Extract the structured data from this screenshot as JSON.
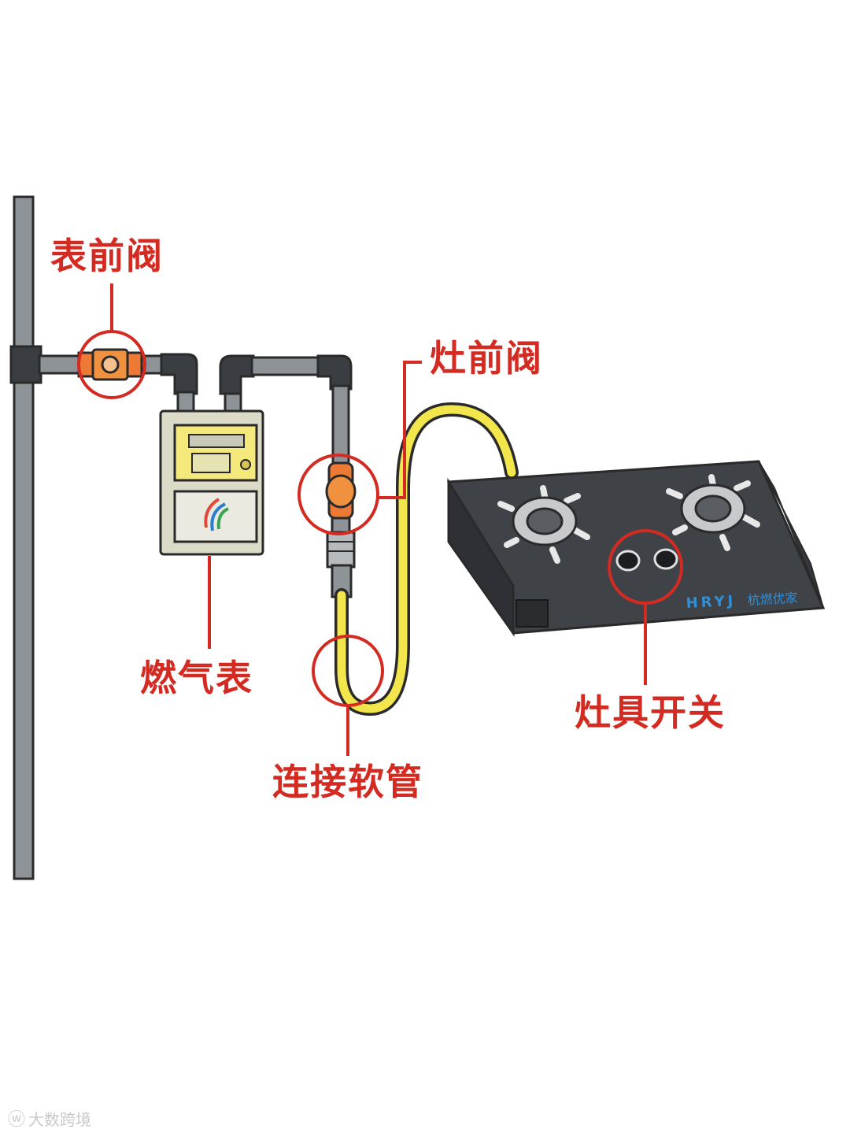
{
  "labels": {
    "meter_front_valve": "表前阀",
    "stove_front_valve": "灶前阀",
    "gas_meter": "燃气表",
    "connect_hose": "连接软管",
    "stove_switch": "灶具开关"
  },
  "stove": {
    "brand_latin": "HRYJ",
    "brand_cn": "杭燃优家"
  },
  "watermark": {
    "icon": "weibo-icon",
    "text": "大数跨境"
  },
  "colors": {
    "label_red": "#d32b22",
    "pipe_gray": "#8e9398",
    "valve_orange": "#ec7a34",
    "hose_yellow": "#f2e64c",
    "stove_dark": "#3f4247",
    "meter_body": "#dcdbc8",
    "meter_panel_yellow": "#f4e97a",
    "outline": "#2a2a2a"
  }
}
